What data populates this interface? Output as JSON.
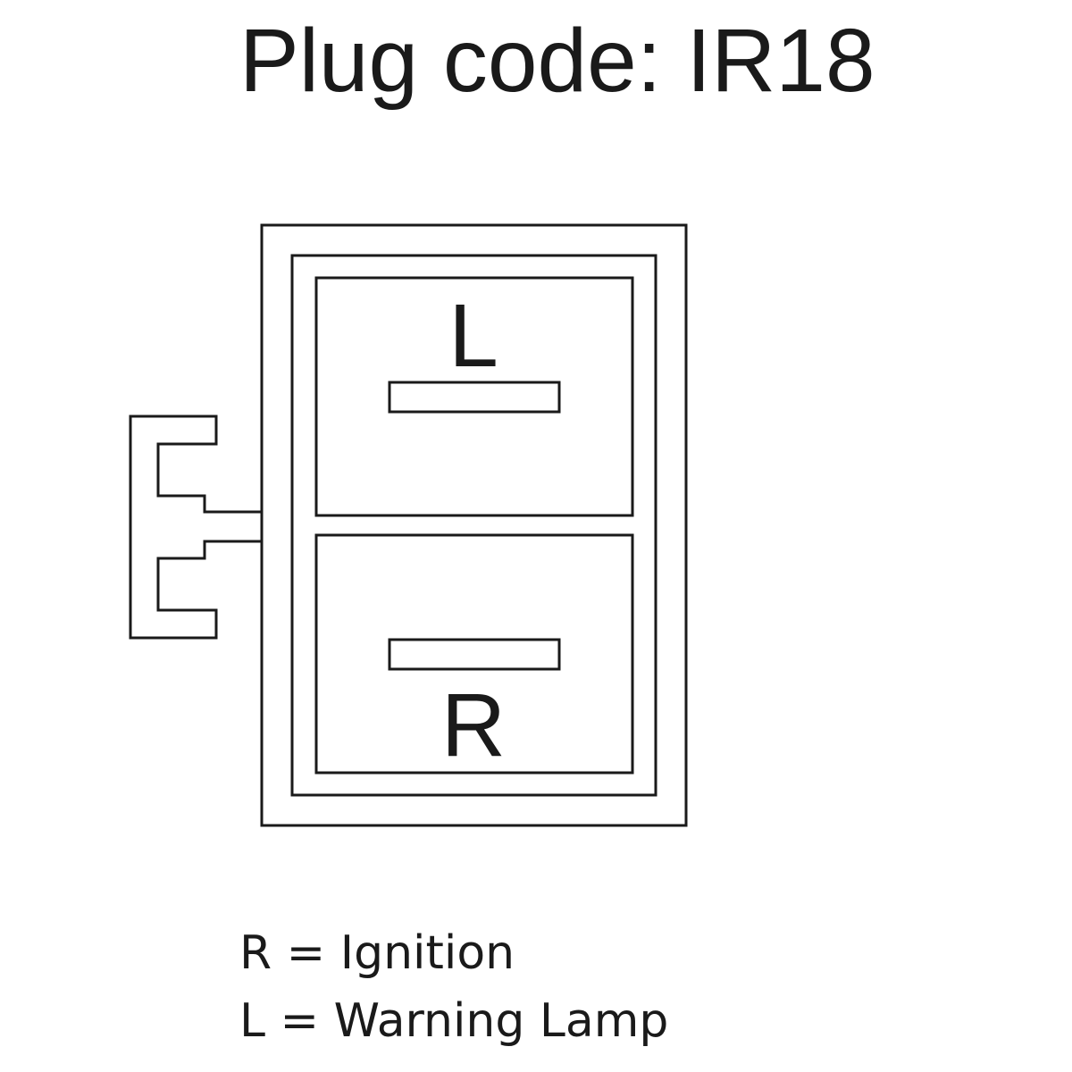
{
  "title": "Plug code: IR18",
  "terminals": {
    "top": "L",
    "bottom": "R"
  },
  "legend": [
    "R = Ignition",
    "L = Warning Lamp"
  ],
  "colors": {
    "line": "#1a1a1a",
    "background": "#ffffff"
  }
}
